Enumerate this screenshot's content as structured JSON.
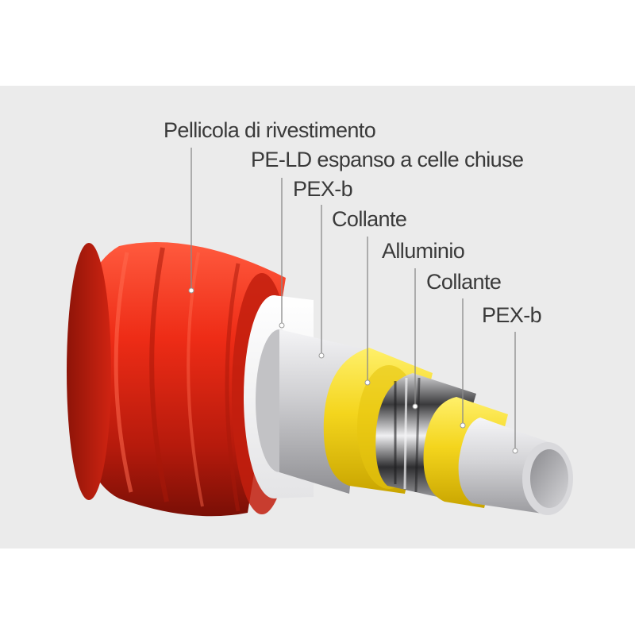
{
  "diagram": {
    "layers": [
      {
        "id": "outer-film",
        "label": "Pellicola di rivestimento",
        "color": "#e8321e"
      },
      {
        "id": "foam",
        "label": "PE-LD espanso a celle chiuse",
        "color": "#f2f2f2"
      },
      {
        "id": "pex-outer",
        "label": "PEX-b",
        "color": "#c9c9cb"
      },
      {
        "id": "adhesive-outer",
        "label": "Collante",
        "color": "#f2d41c"
      },
      {
        "id": "aluminium",
        "label": "Alluminio",
        "color": "#7f7f82"
      },
      {
        "id": "adhesive-inner",
        "label": "Collante",
        "color": "#f2d41c"
      },
      {
        "id": "pex-inner",
        "label": "PEX-b",
        "color": "#c9c9cb"
      }
    ]
  }
}
